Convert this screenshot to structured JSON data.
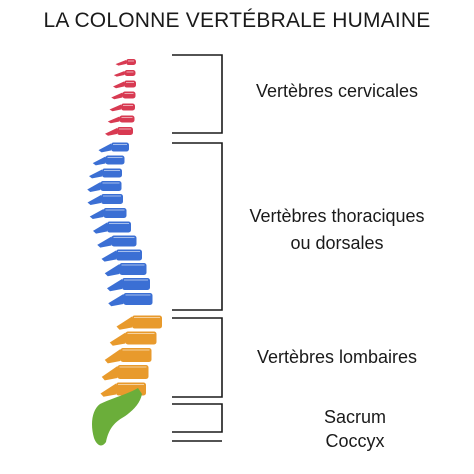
{
  "title": "LA COLONNE VERTÉBRALE HUMAINE",
  "regions": {
    "cervical": {
      "label": "Vertèbres cervicales",
      "color": "#d83a52",
      "count": 7
    },
    "thoracic": {
      "label_line1": "Vertèbres thoraciques",
      "label_line2": "ou dorsales",
      "color": "#3b6fd4",
      "count": 12
    },
    "lumbar": {
      "label": "Vertèbres lombaires",
      "color": "#e89a2c",
      "count": 5
    },
    "sacrum": {
      "label": "Sacrum",
      "color": "#6bae3a"
    },
    "coccyx": {
      "label": "Coccyx",
      "color": "#6bae3a"
    }
  }
}
